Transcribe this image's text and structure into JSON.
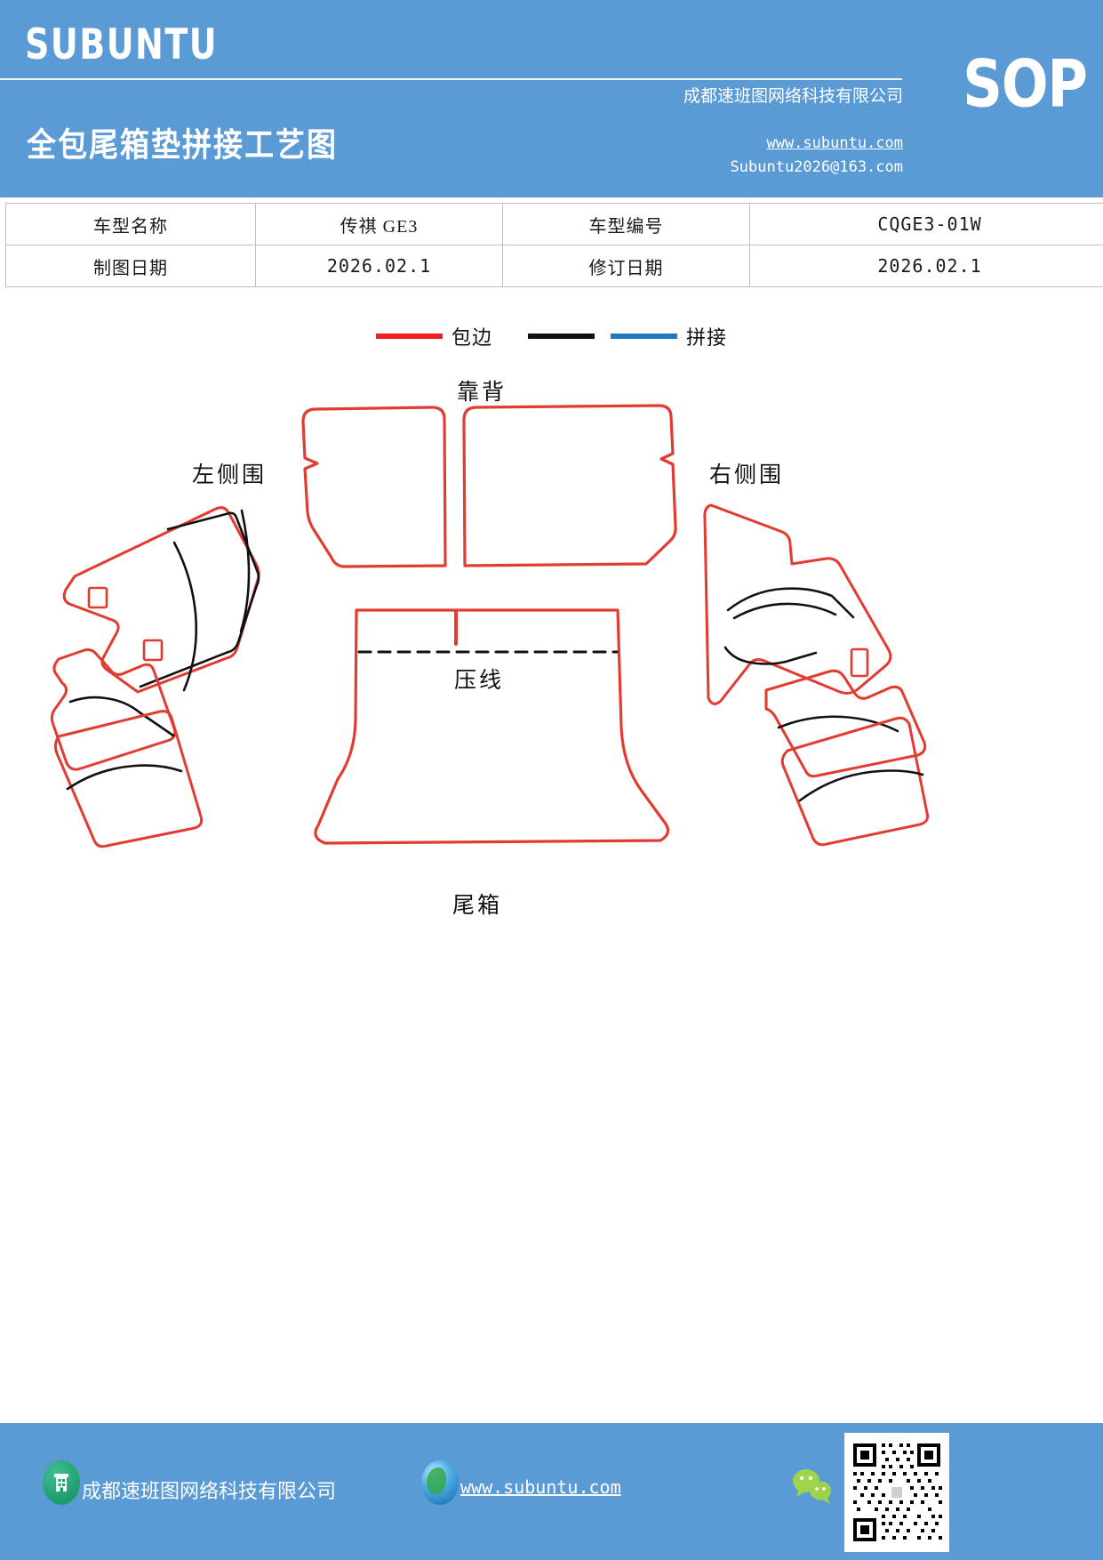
{
  "header": {
    "brand": "SUBUNTU",
    "badge": "SOP",
    "doc_title": "全包尾箱垫拼接工艺图",
    "company": "成都速班图网络科技有限公司",
    "website": "www.subuntu.com",
    "email": "Subuntu2026@163.com",
    "background_color": "#5b9bd5"
  },
  "info_table": {
    "rows": [
      {
        "label_1": "车型名称",
        "value_1": "传祺 GE3",
        "label_2": "车型编号",
        "value_2": "CQGE3-01W"
      },
      {
        "label_1": "制图日期",
        "value_1": "2026.02.1",
        "label_2": "修订日期",
        "value_2": "2026.02.1"
      }
    ]
  },
  "legend": {
    "items": [
      {
        "label": "包边",
        "color": "#ee1c25"
      },
      {
        "label": "",
        "color": "#111111"
      },
      {
        "label": "拼接",
        "color": "#1a7ac4"
      }
    ]
  },
  "diagram": {
    "labels": {
      "backrest": "靠背",
      "left_side": "左侧围",
      "right_side": "右侧围",
      "press_line": "压线",
      "trunk": "尾箱"
    },
    "colors": {
      "binding": "#e23b30",
      "seam_black": "#111111",
      "seam_blue": "#1a7ac4"
    }
  },
  "footer": {
    "company": "成都速班图网络科技有限公司",
    "website": "www.subuntu.com",
    "background_color": "#5b9bd5"
  }
}
